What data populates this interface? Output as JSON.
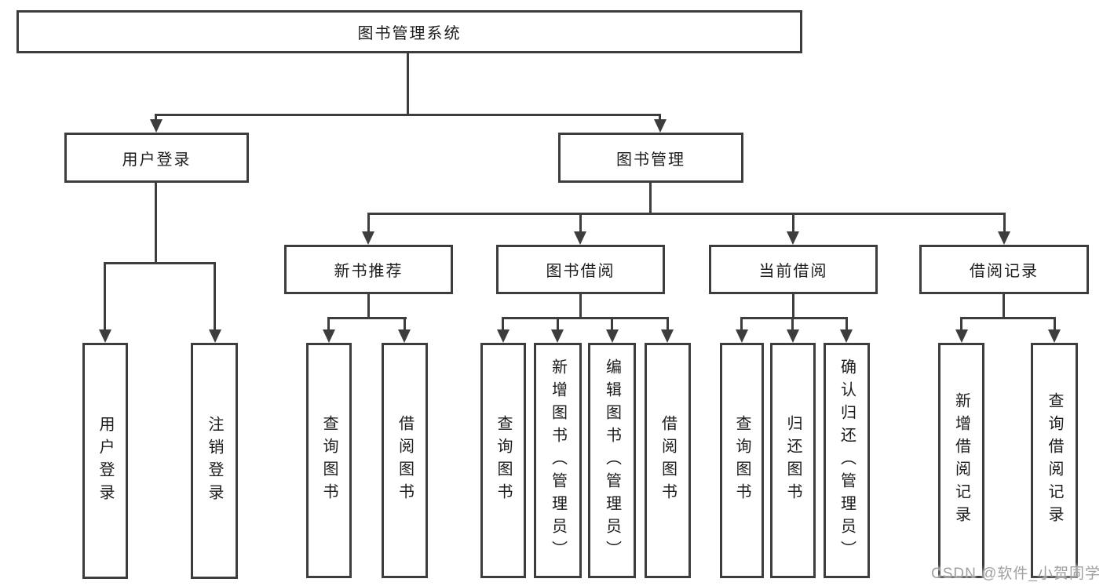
{
  "diagram": {
    "root": {
      "label": "图书管理系统"
    },
    "branches": {
      "user_login": {
        "label": "用户登录",
        "children": [
          "用户登录",
          "注销登录"
        ]
      },
      "book_management": {
        "label": "图书管理",
        "children": [
          {
            "label": "新书推荐",
            "children": [
              "查询图书",
              "借阅图书"
            ]
          },
          {
            "label": "图书借阅",
            "children": [
              "查询图书",
              "新增图书（管理员）",
              "编辑图书（管理员）",
              "借阅图书"
            ]
          },
          {
            "label": "当前借阅",
            "children": [
              "查询图书",
              "归还图书",
              "确认归还（管理员）"
            ]
          },
          {
            "label": "借阅记录",
            "children": [
              "新增借阅记录",
              "查询借阅记录"
            ]
          }
        ]
      }
    }
  },
  "watermark": {
    "text": "CSDN @软件_小贺同学"
  },
  "colors": {
    "line": "#3d3d3d",
    "text": "#1c1c1c",
    "background": "#ffffff",
    "watermark": "#a0a0a0"
  }
}
